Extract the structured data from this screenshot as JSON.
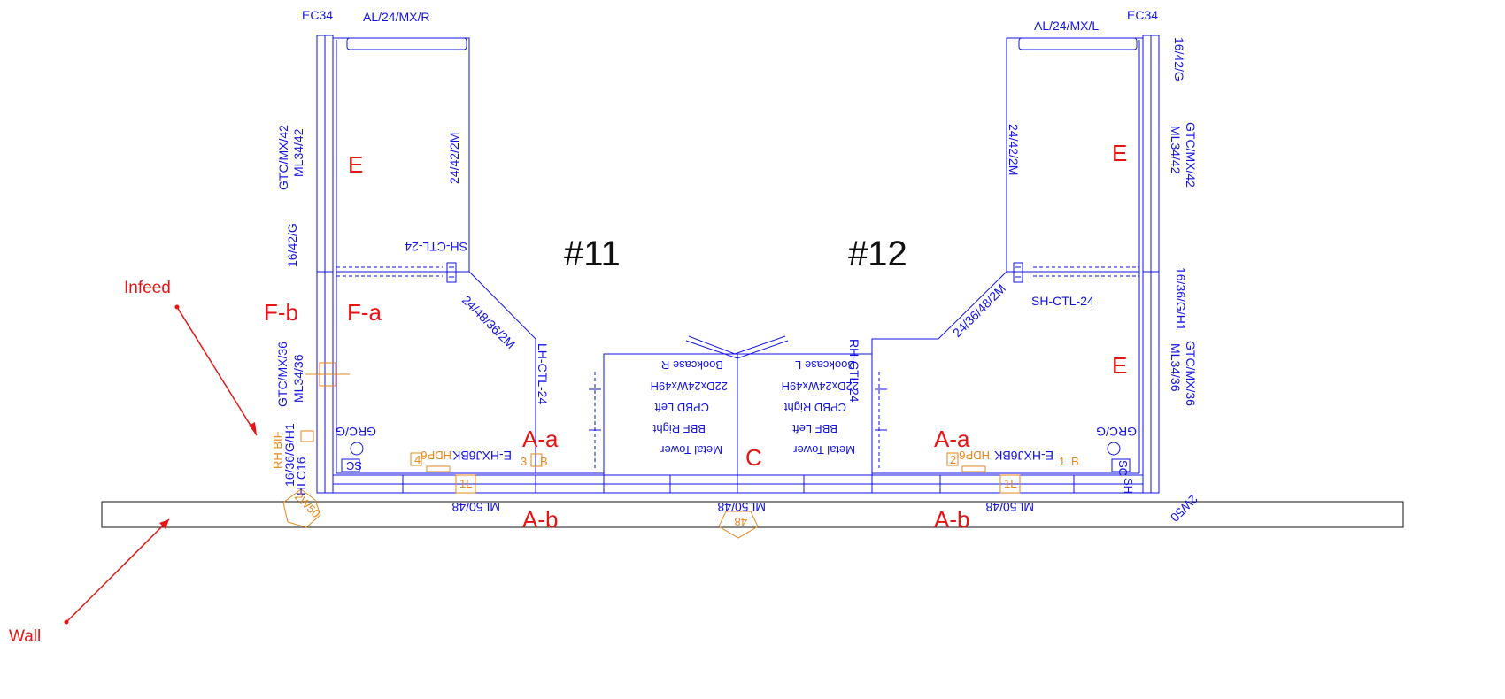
{
  "workstations": {
    "left": "#11",
    "right": "#12"
  },
  "zones": {
    "left_e": "E",
    "right_e_top": "E",
    "right_e_mid": "E",
    "fb": "F-b",
    "fa": "F-a",
    "left_aa": "A-a",
    "right_aa": "A-a",
    "left_ab": "A-b",
    "right_ab": "A-b",
    "center_c": "C"
  },
  "callouts": {
    "infeed": "Infeed",
    "wall": "Wall"
  },
  "labels": {
    "ec34_left": "EC34",
    "ec34_right": "EC34",
    "al_left": "AL/24/MX/R",
    "al_right": "AL/24/MX/L",
    "gtc42_left": "GTC/MX/42",
    "ml42_left": "ML34/42",
    "g1642_left": "16/42/G",
    "gtc36_left": "GTC/MX/36",
    "ml36_left": "ML34/36",
    "g1636_left": "16/36/G/H1",
    "rhbif": "RH BIF",
    "hlc16": "HLC16",
    "p2442_left": "24/42/2M",
    "p2442_right": "24/42/2M",
    "shctl_left": "SH-CTL-24",
    "shctl_right": "SH-CTL-24",
    "p2448_left": "24/48/36/2M",
    "p2448_right": "24/36/48/2M",
    "lhctl": "LH-CTL-24",
    "rhctl": "RH-CTL-24",
    "grcg_left": "GRC/G",
    "grcg_right": "GRC/G",
    "ehx_left": "E-HXJ6BK",
    "ehx_right": "E-HXJ6BK",
    "hdp_left": "HDP6",
    "hdp_right": "HDP6",
    "b_left": "B",
    "b_right": "B",
    "tag_3": "3",
    "tag_1": "1",
    "tag_4": "4",
    "tag_2": "2",
    "tag_1l_left": "1L",
    "tag_1l_right": "1L",
    "tag_48": "48",
    "ml5048_left": "ML50/48",
    "ml5048_center": "ML50/48",
    "ml5048_right": "ML50/48",
    "w2_left": "2W50",
    "w2_right": "2W50",
    "g1642_right": "16/42/G",
    "gtc42_right": "GTC/MX/42",
    "ml42_right": "ML34/42",
    "g1636_right": "16/36/G/H1",
    "gtc36_right": "GTC/MX/36",
    "ml36_right": "ML34/36",
    "sc_left": "SC",
    "sc_right": "SC",
    "sh_small": "SH",
    "bc_r_1": "Bookcase R",
    "bc_r_2": "22Dx24Wx49H",
    "bc_r_3": "CPBD Left",
    "bc_r_4": "BBF Right",
    "bc_r_5": "Metal Tower",
    "bc_l_1": "Bookcase L",
    "bc_l_2": "22Dx24Wx49H",
    "bc_l_3": "CPBD Right",
    "bc_l_4": "BBF Left",
    "bc_l_5": "Metal Tower"
  },
  "colors": {
    "linework": "#1212e6",
    "zone_text": "#e81414",
    "electrical": "#e8861a",
    "wall": "#111111"
  }
}
